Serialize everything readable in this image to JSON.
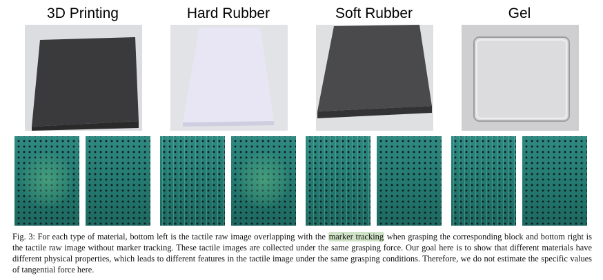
{
  "columns": [
    {
      "title": "3D Printing"
    },
    {
      "title": "Hard Rubber"
    },
    {
      "title": "Soft Rubber"
    },
    {
      "title": "Gel"
    }
  ],
  "caption": {
    "label": "Fig. 3:",
    "part1": "For each type of material, bottom left is the tactile raw image overlapping with the",
    "highlight": "marker tracking",
    "part2": "when grasping the corresponding block and bottom right is the tactile raw image without marker tracking. These tactile images are collected under the same grasping force. Our goal here is to show that different materials have different physical properties, which leads to different features in the tactile image under the same grasping conditions. Therefore, we do not estimate the specific values of tangential force here."
  },
  "colors": {
    "highlight": "#cfe3c6",
    "tactile_base": "#2f8a82"
  }
}
